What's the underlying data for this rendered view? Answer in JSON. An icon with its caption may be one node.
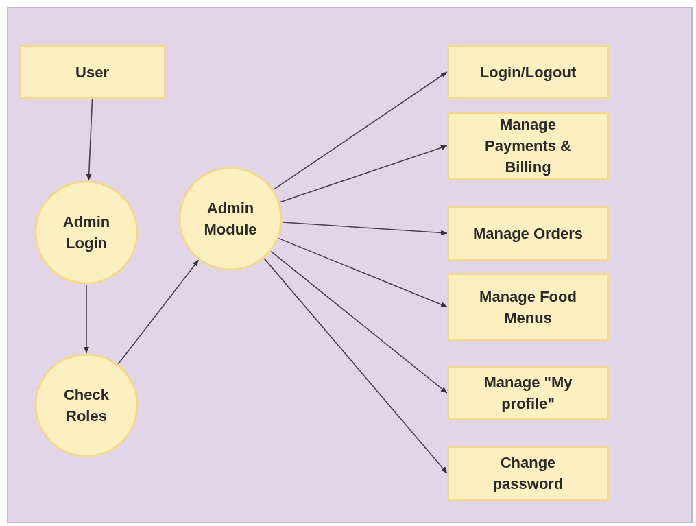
{
  "diagram": {
    "nodes": [
      {
        "text": [
          "User"
        ]
      },
      {
        "text": [
          "Admin Login"
        ]
      },
      {
        "text": [
          "Check Roles"
        ]
      },
      {
        "text": [
          "Admin Module"
        ]
      },
      {
        "text": [
          "Login/Logout"
        ]
      },
      {
        "text": [
          "Manage Payments & Billing"
        ]
      },
      {
        "text": [
          "Manage Orders"
        ]
      },
      {
        "text": [
          "Manage Food Menus"
        ]
      },
      {
        "text": [
          "Manage \"My profile\""
        ]
      },
      {
        "text": [
          "Change password"
        ]
      }
    ],
    "edges": [
      {
        "from": 0,
        "to": 1,
        "arrow": "to"
      },
      {
        "from": 1,
        "to": 2,
        "arrow": "to"
      },
      {
        "from": 2,
        "to": 3,
        "arrow": "to"
      },
      {
        "from": 3,
        "to": 4,
        "arrow": "to"
      },
      {
        "from": 3,
        "to": 5,
        "arrow": "to"
      },
      {
        "from": 3,
        "to": 6,
        "arrow": "to"
      },
      {
        "from": 3,
        "to": 7,
        "arrow": "to"
      },
      {
        "from": 3,
        "to": 8,
        "arrow": "to"
      },
      {
        "from": 3,
        "to": 9,
        "arrow": "to"
      }
    ]
  }
}
